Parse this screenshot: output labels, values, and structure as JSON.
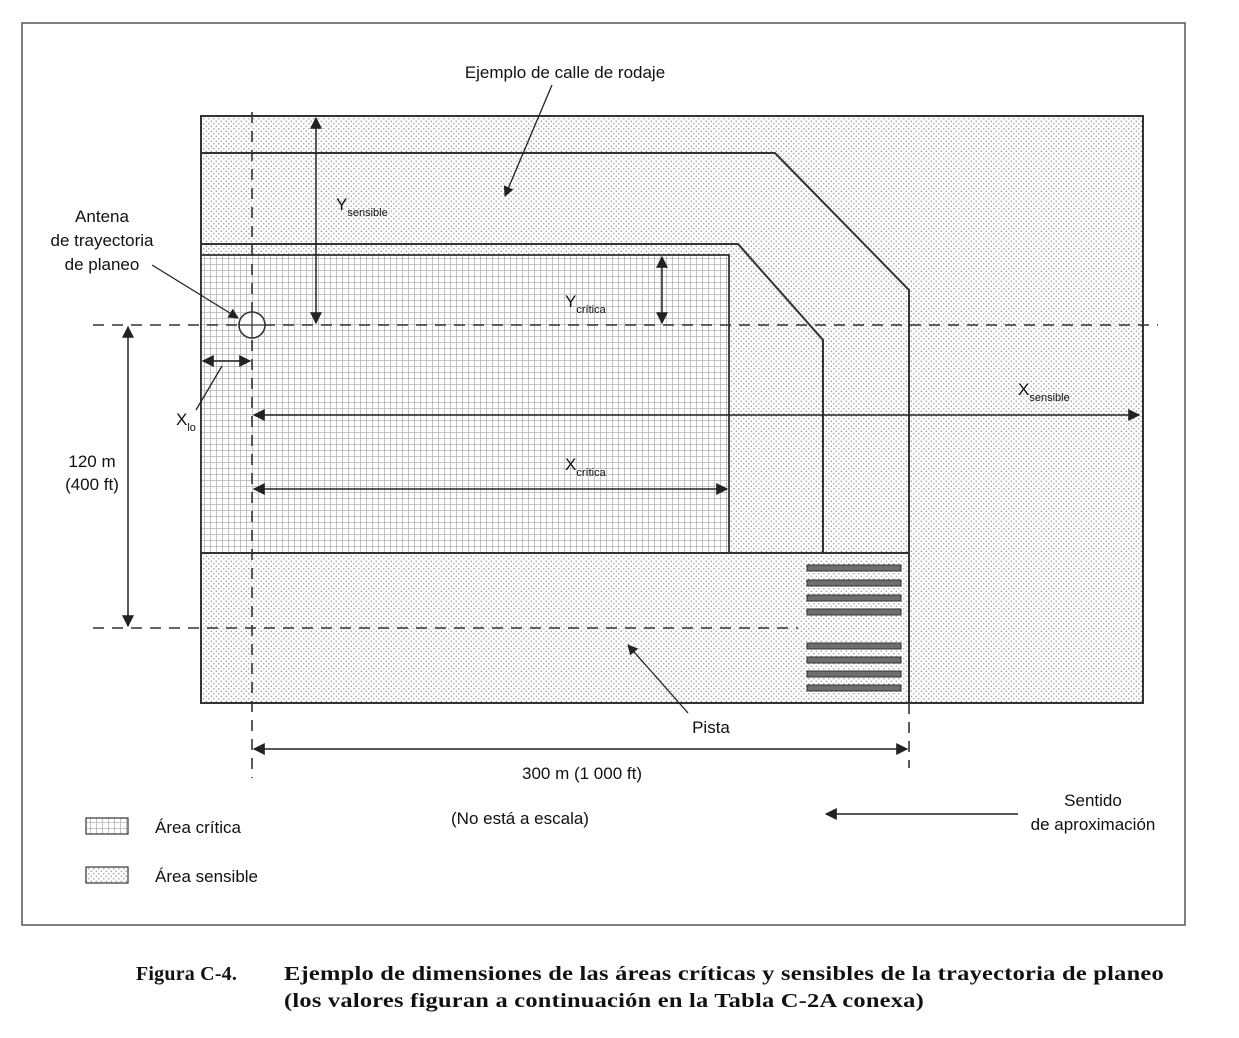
{
  "labels": {
    "taxiway_example": "Ejemplo de calle de rodaje",
    "antenna_line1": "Antena",
    "antenna_line2": "de trayectoria",
    "antenna_line3": "de planeo",
    "y_sensitive_main": "Y",
    "y_sensitive_sub": "sensible",
    "y_critical_main": "Y",
    "y_critical_sub": "crítica",
    "x_sensitive_main": "X",
    "x_sensitive_sub": "sensible",
    "x_critical_main": "X",
    "x_critical_sub": "crítica",
    "x_lo_main": "X",
    "x_lo_sub": "lo",
    "dist_120_line1": "120 m",
    "dist_120_line2": "(400 ft)",
    "runway": "Pista",
    "dist_300": "300 m (1 000 ft)",
    "not_to_scale": "(No está a escala)",
    "approach_line1": "Sentido",
    "approach_line2": "de aproximación"
  },
  "legend": {
    "critical_area": "Área crítica",
    "sensitive_area": "Área sensible"
  },
  "caption": {
    "number": "Figura C-4.",
    "line1": "Ejemplo de dimensiones de las áreas críticas y sensibles de la trayectoria de planeo",
    "line2": "(los valores figuran a continuación en la Tabla C-2A conexa)"
  },
  "colors": {
    "line": "#333333",
    "frame": "#555555"
  }
}
